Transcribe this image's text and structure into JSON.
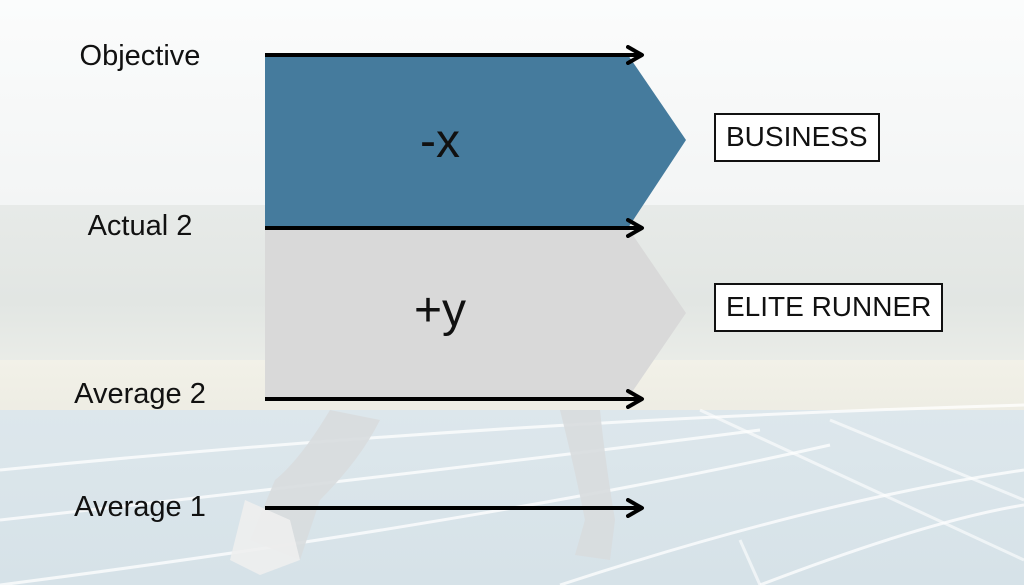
{
  "rows": [
    {
      "id": "objective",
      "label": "Objective"
    },
    {
      "id": "actual2",
      "label": "Actual 2"
    },
    {
      "id": "average2",
      "label": "Average 2"
    },
    {
      "id": "average1",
      "label": "Average 1"
    }
  ],
  "bands": {
    "upper": {
      "label": "-x",
      "color": "#457b9d"
    },
    "lower": {
      "label": "+y",
      "color": "#d9d9d9"
    }
  },
  "tags": {
    "business": "BUSINESS",
    "elite": "ELITE RUNNER"
  },
  "colors": {
    "arrow": "#000000",
    "text": "#111111"
  }
}
